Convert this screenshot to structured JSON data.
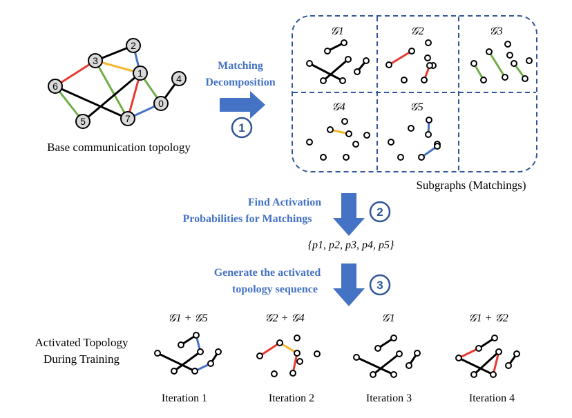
{
  "colors": {
    "black": "#000000",
    "red": "#e8382f",
    "yellow": "#f5b82e",
    "green": "#70ad47",
    "blue": "#4472c4",
    "arrow": "#4472c4",
    "dash": "#2f5597",
    "node_fill": "#d9d9d9"
  },
  "base": {
    "caption": "Base communication topology",
    "node_labels": [
      "0",
      "1",
      "2",
      "3",
      "4",
      "5",
      "6",
      "7"
    ]
  },
  "subgraphs": {
    "caption": "Subgraphs (Matchings)",
    "labels": [
      "𝒢1",
      "𝒢2",
      "𝒢3",
      "𝒢4",
      "𝒢5"
    ]
  },
  "steps": [
    {
      "line1": "Matching",
      "line2": "Decomposition",
      "number": "1"
    },
    {
      "line1": "Find Activation",
      "line2": "Probabilities for Matchings",
      "number": "2"
    },
    {
      "line1": "Generate the activated",
      "line2": "topology sequence",
      "number": "3"
    }
  ],
  "probabilities": "{p1, p2, p3, p4, p5}",
  "activated": {
    "label_line1": "Activated Topology",
    "label_line2": "During Training",
    "iterations": [
      {
        "formula": "𝒢1 + 𝒢5",
        "caption": "Iteration 1"
      },
      {
        "formula": "𝒢2 + 𝒢4",
        "caption": "Iteration 2"
      },
      {
        "formula": "𝒢1",
        "caption": "Iteration 3"
      },
      {
        "formula": "𝒢1 + 𝒢2",
        "caption": "Iteration 4"
      }
    ]
  }
}
